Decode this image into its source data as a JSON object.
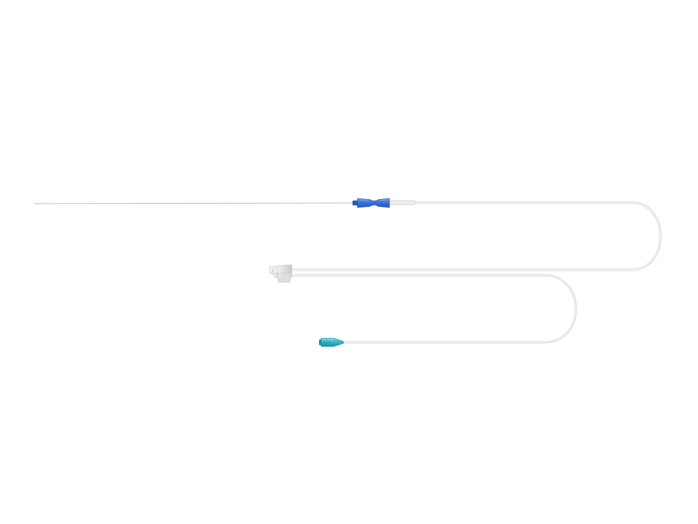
{
  "scene": {
    "subject": "catheter-with-needle",
    "background_color": "#ffffff",
    "colors": {
      "tube": "#d6d9dc",
      "tube_highlight": "#f4f5f6",
      "needle": "#b8bcc0",
      "blue_hub": "#3b6fd4",
      "blue_hub_dark": "#2b58b8",
      "cyan_connector": "#2fb6c9",
      "cyan_connector_dark": "#1c8fa3",
      "clamp": "#e6e7e9",
      "clamp_shadow": "#c6c8cb"
    },
    "parts": [
      "needle-stylet",
      "blue-grip-hub",
      "catheter-tube-upper-loop",
      "y-clamp-connector",
      "catheter-tube-lower-loop",
      "luer-lock-connector"
    ]
  }
}
